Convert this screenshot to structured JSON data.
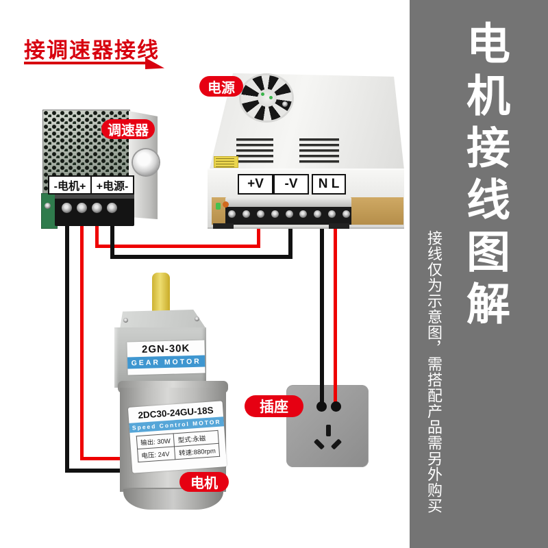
{
  "header": {
    "title": "接调速器接线"
  },
  "sidebar": {
    "title": "电机接线图解",
    "note": "接线仅为示意图，需搭配产品需另外购买"
  },
  "callouts": {
    "controller": "调速器",
    "power_supply": "电源",
    "socket": "插座",
    "motor": "电机"
  },
  "controller": {
    "terminals": [
      "-电机+",
      "+电源-"
    ]
  },
  "power_supply": {
    "terminals": [
      "+V",
      "-V",
      "N L"
    ]
  },
  "gearbox": {
    "model": "2GN-30K",
    "name": "GEAR MOTOR"
  },
  "motor": {
    "model": "2DC30-24GU-18S",
    "name": "Speed Control MOTOR",
    "specs": {
      "r1c1": "输出: 30W",
      "r1c2": "型式:永磁",
      "r2c1": "电压: 24V",
      "r2c2": "转速:880rpm"
    }
  },
  "colors": {
    "accent_red": "#e60012",
    "title_red": "#d7000f",
    "wire_red": "#ee0000",
    "wire_black": "#111111",
    "sidebar_gray": "#747474",
    "label_blue": "#3e96d0"
  }
}
